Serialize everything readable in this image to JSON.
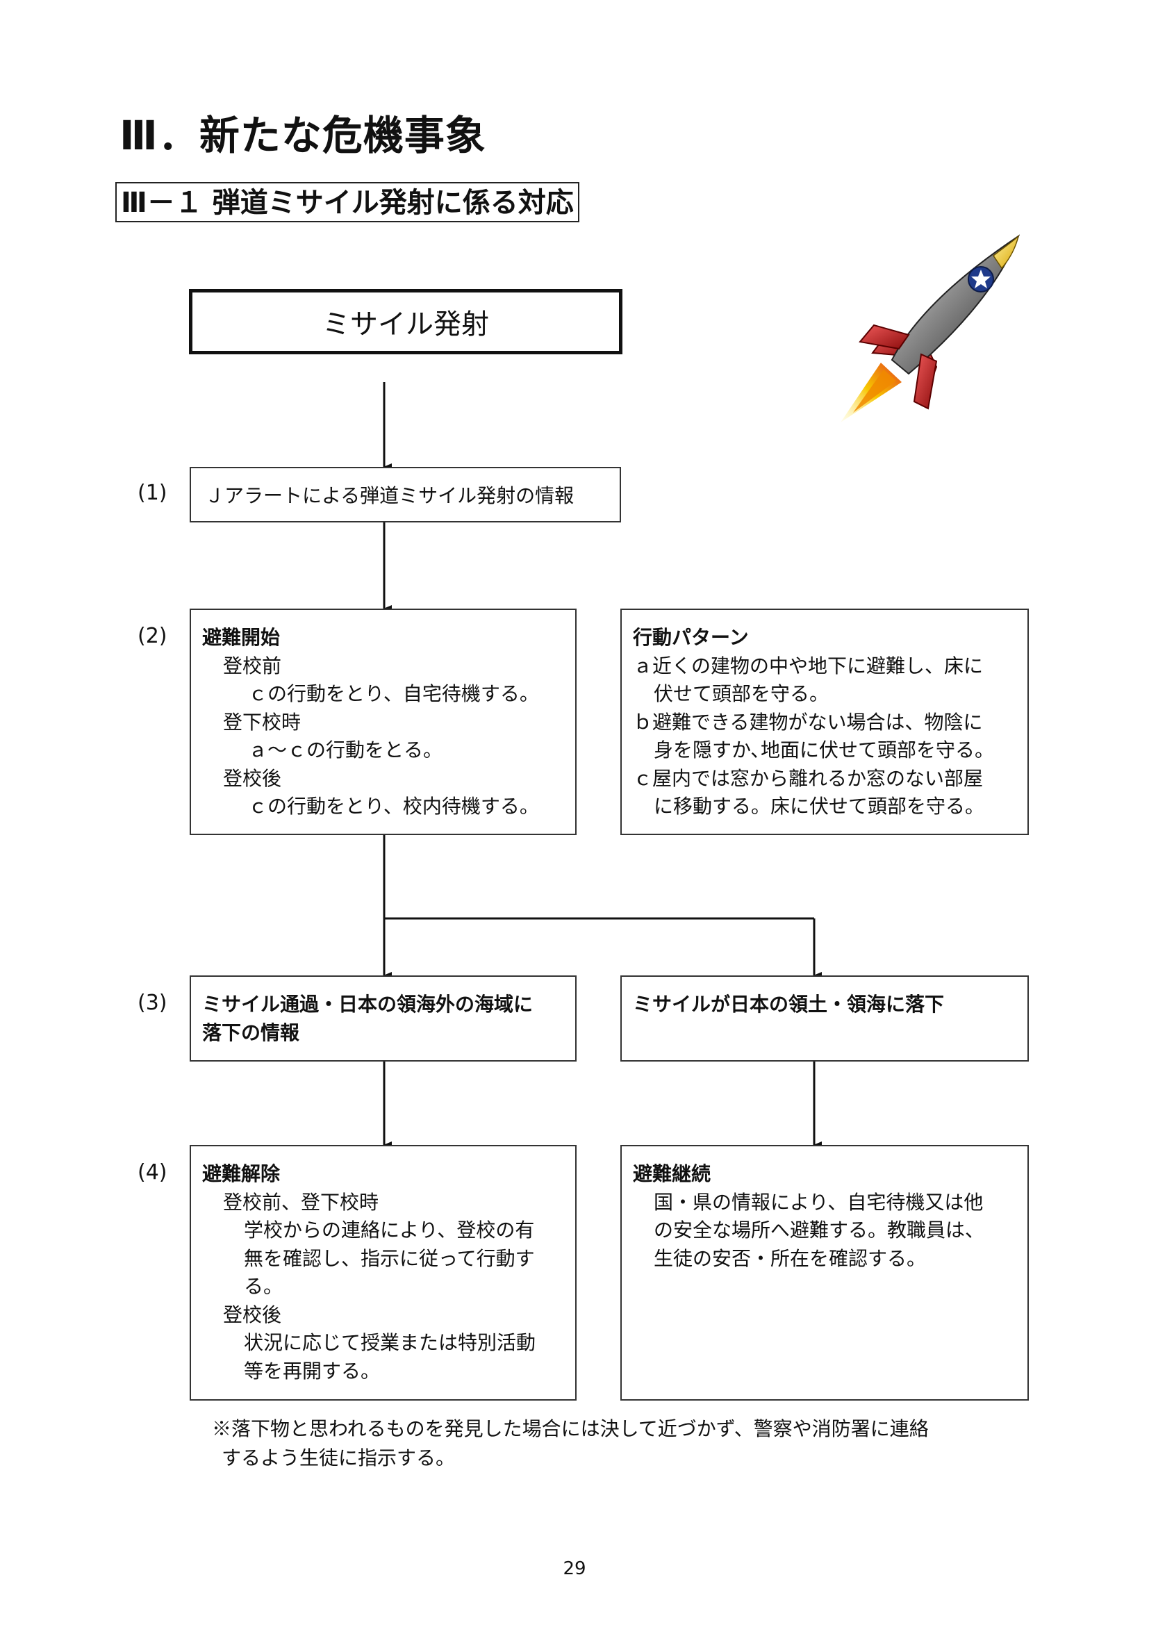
{
  "chapter_title": "Ⅲ．新たな危機事象",
  "section_title": "Ⅲ－１ 弾道ミサイル発射に係る対応",
  "launch_box": "ミサイル発射",
  "steps": {
    "s1": {
      "label": "(1)",
      "text": "Ｊアラートによる弾道ミサイル発射の情報"
    },
    "s2": {
      "label": "(2)",
      "evacuation": {
        "title": "避難開始",
        "before_school": "登校前",
        "before_school_action": "ｃの行動をとり、自宅待機する。",
        "commute": "登下校時",
        "commute_action": "ａ～ｃの行動をとる。",
        "after_school": "登校後",
        "after_school_action": "ｃの行動をとり、校内待機する。"
      },
      "patterns": {
        "title": "行動パターン",
        "a_line1": "ａ近くの建物の中や地下に避難し、床に",
        "a_line2": "伏せて頭部を守る。",
        "b_line1": "ｂ避難できる建物がない場合は、物陰に",
        "b_line2": "身を隠すか､地面に伏せて頭部を守る。",
        "c_line1": "ｃ屋内では窓から離れるか窓のない部屋",
        "c_line2": "に移動する。床に伏せて頭部を守る。"
      }
    },
    "s3": {
      "label": "(3)",
      "left_line1": "ミサイル通過・日本の領海外の海域に",
      "left_line2": "落下の情報",
      "right": "ミサイルが日本の領土・領海に落下"
    },
    "s4": {
      "label": "(4)",
      "release": {
        "title": "避難解除",
        "line1": "登校前、登下校時",
        "line2": "学校からの連絡により、登校の有",
        "line3": "無を確認し、指示に従って行動す",
        "line4": "る。",
        "line5": "登校後",
        "line6": "状況に応じて授業または特別活動",
        "line7": "等を再開する。"
      },
      "continue": {
        "title": "避難継続",
        "line1": "国・県の情報により、自宅待機又は他",
        "line2": "の安全な場所へ避難する。教職員は、",
        "line3": "生徒の安否・所在を確認する。"
      }
    }
  },
  "note_line1": "※落下物と思われるものを発見した場合には決して近づかず、警察や消防署に連絡",
  "note_line2": "するよう生徒に指示する。",
  "page_number": "29",
  "colors": {
    "line": "#111111",
    "rocket_fin": "#c81e1e",
    "rocket_nose": "#f2c21b",
    "flame": "#f5a000"
  },
  "icons": {
    "rocket": "rocket-illustration"
  }
}
